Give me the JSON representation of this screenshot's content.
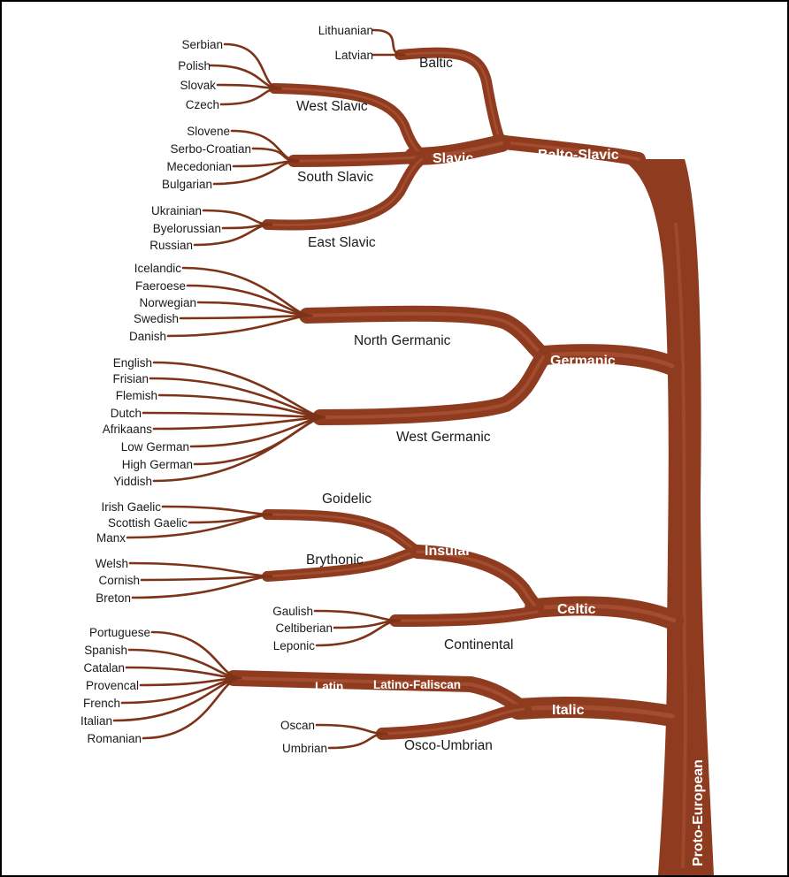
{
  "colors": {
    "branch": "#8e3b1f",
    "branch_light": "#b0583a",
    "leaf_line": "#7d3318",
    "background": "#ffffff"
  },
  "tree": {
    "root": "Proto-European",
    "families": {
      "balto_slavic": "Balto-Slavic",
      "germanic": "Germanic",
      "celtic": "Celtic",
      "italic": "Italic"
    },
    "subfamilies": {
      "baltic": "Baltic",
      "slavic": "Slavic",
      "west_slavic": "West Slavic",
      "south_slavic": "South Slavic",
      "east_slavic": "East Slavic",
      "north_germanic": "North Germanic",
      "west_germanic": "West Germanic",
      "insular": "Insular",
      "goidelic": "Goidelic",
      "brythonic": "Brythonic",
      "continental": "Continental",
      "latino_faliscan": "Latino-Faliscan",
      "latin": "Latin",
      "osco_umbrian": "Osco-Umbrian"
    },
    "languages": {
      "baltic": [
        "Lithuanian",
        "Latvian"
      ],
      "west_slavic": [
        "Serbian",
        "Polish",
        "Slovak",
        "Czech"
      ],
      "south_slavic": [
        "Slovene",
        "Serbo-Croatian",
        "Mecedonian",
        "Bulgarian"
      ],
      "east_slavic": [
        "Ukrainian",
        "Byelorussian",
        "Russian"
      ],
      "north_germanic": [
        "Icelandic",
        "Faeroese",
        "Norwegian",
        "Swedish",
        "Danish"
      ],
      "west_germanic": [
        "English",
        "Frisian",
        "Flemish",
        "Dutch",
        "Afrikaans",
        "Low German",
        "High German",
        "Yiddish"
      ],
      "goidelic": [
        "Irish Gaelic",
        "Scottish Gaelic",
        "Manx"
      ],
      "brythonic": [
        "Welsh",
        "Cornish",
        "Breton"
      ],
      "continental": [
        "Gaulish",
        "Celtiberian",
        "Leponic"
      ],
      "latin": [
        "Portuguese",
        "Spanish",
        "Catalan",
        "Provencal",
        "French",
        "Italian",
        "Romanian"
      ],
      "osco_umbrian": [
        "Oscan",
        "Umbrian"
      ]
    }
  }
}
